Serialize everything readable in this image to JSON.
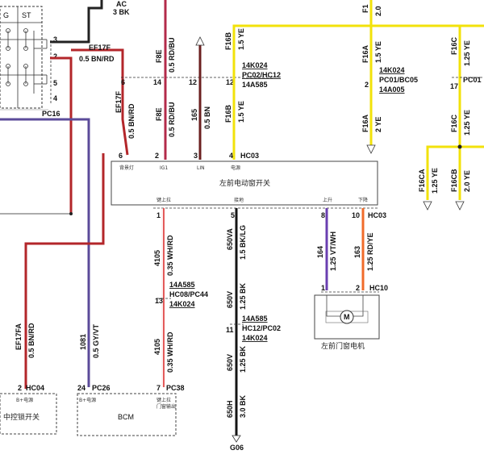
{
  "colors": {
    "bn_rd": "#b3262a",
    "rd_bu": "#b32a4a",
    "bn": "#6b2020",
    "ye": "#f2e20a",
    "gy_vt": "#5b4b9a",
    "wh_rd": "#e35a5a",
    "bk_lg": "#141414",
    "bk": "#141414",
    "vt_wh": "#6a3fb0",
    "rd_ye": "#f06b2a",
    "line": "#333333"
  },
  "top_partial": {
    "ac_label": "AC",
    "bk_label": "3 BK",
    "st_label": "ST",
    "g_label": "G",
    "f16_top": "F1",
    "ye_2_top": "2.0"
  },
  "connector_pc16": {
    "pins": [
      "3",
      "2",
      "5",
      "4"
    ],
    "name": "PC16"
  },
  "wires": {
    "ef17f_top": {
      "circuit": "EF17F",
      "spec": "0.5 BN/RD"
    },
    "ef17f_vert": {
      "circuit": "EF17F",
      "spec": "0.5 BN/RD"
    },
    "f8e_top": {
      "circuit": "F8E",
      "spec": "0.5 RD/BU"
    },
    "f8e_bot": {
      "circuit": "F8E",
      "spec": "0.5 RD/BU"
    },
    "w165": {
      "circuit": "165",
      "spec": "0.5 BN"
    },
    "f16b_top": {
      "circuit": "F16B",
      "spec": "1.5 YE"
    },
    "f16b_bot": {
      "circuit": "F16B",
      "spec": "1.5 YE"
    },
    "f16a_top": {
      "circuit": "F16A",
      "spec": "1.5 YE"
    },
    "f16a_bot": {
      "circuit": "F16A",
      "spec": "2 YE"
    },
    "f16c_top": {
      "circuit": "F16C",
      "spec": "1.25 YE"
    },
    "f16c_bot": {
      "circuit": "F16C",
      "spec": "1.25 YE"
    },
    "f16ca": {
      "circuit": "F16CA",
      "spec": "1.25 YE"
    },
    "f16cb": {
      "circuit": "F16CB",
      "spec": "2.0 YE"
    },
    "w4105_top": {
      "circuit": "4105",
      "spec": "0.35 WH/RD"
    },
    "w4105_bot": {
      "circuit": "4105",
      "spec": "0.35 WH/RD"
    },
    "w650va": {
      "circuit": "650VA",
      "spec": "1.5 BK/LG"
    },
    "w650v_1": {
      "circuit": "650V",
      "spec": "1.25 BK"
    },
    "w650v_2": {
      "circuit": "650V",
      "spec": "1.25 BK"
    },
    "w650h": {
      "circuit": "650H",
      "spec": "3.0 BK"
    },
    "w164": {
      "circuit": "164",
      "spec": "1.25 VT/WH"
    },
    "w163": {
      "circuit": "163",
      "spec": "1.25 RD/YE"
    },
    "ef17fa": {
      "circuit": "EF17FA",
      "spec": "0.5 BN/RD"
    },
    "w1081": {
      "circuit": "1081",
      "spec": "0.5 GY/VT"
    }
  },
  "connectors": {
    "hc12_top": {
      "harness": "14K024",
      "name": "PC02/HC12",
      "part": "14A585"
    },
    "pc01_top": {
      "harness": "14K024",
      "name": "PC01/BC05",
      "part": "14A005"
    },
    "pc01_right": {
      "name": "PC01"
    },
    "hc03_top": {
      "name": "HC03"
    },
    "hc03_bot": {
      "name": "HC03"
    },
    "hc08": {
      "harness": "14A585",
      "name": "HC08/PC44",
      "part": "14K024"
    },
    "hc12_mid": {
      "harness": "14A585",
      "name": "HC12/PC02",
      "part": "14K024"
    },
    "hc10": {
      "name": "HC10"
    },
    "hc04": {
      "name": "HC04"
    },
    "pc26": {
      "name": "PC26"
    },
    "pc38": {
      "name": "PC38"
    },
    "g06": {
      "name": "G06"
    }
  },
  "pins": {
    "top_row": [
      "6",
      "14",
      "12",
      "12"
    ],
    "hc12_right_pin": "2",
    "pc01_right_pin": "17",
    "switch_top": [
      "6",
      "2",
      "3",
      "4"
    ],
    "switch_bot": [
      "1",
      "5",
      "8",
      "10"
    ],
    "hc08_pin": "13",
    "hc12_mid_pin": "11",
    "motor": [
      "1",
      "2"
    ],
    "bottom": [
      "2",
      "24",
      "7"
    ]
  },
  "switch": {
    "title": "左前电动窗开关",
    "top_pin_labels": [
      "背景灯",
      "IG1",
      "LIN",
      "电源"
    ],
    "bot_pin_labels": [
      "键上拉",
      "接地",
      "上升",
      "下降"
    ]
  },
  "motor": {
    "label": "左前门窗电机",
    "symbol": "M"
  },
  "modules": {
    "central": {
      "name": "中控锁开关",
      "pin_label": "B+电源"
    },
    "bcm": {
      "name": "BCM",
      "pin_label": "B+电源"
    },
    "third": {
      "pin_label1": "键上拉",
      "pin_label2": "门窗输出"
    }
  }
}
